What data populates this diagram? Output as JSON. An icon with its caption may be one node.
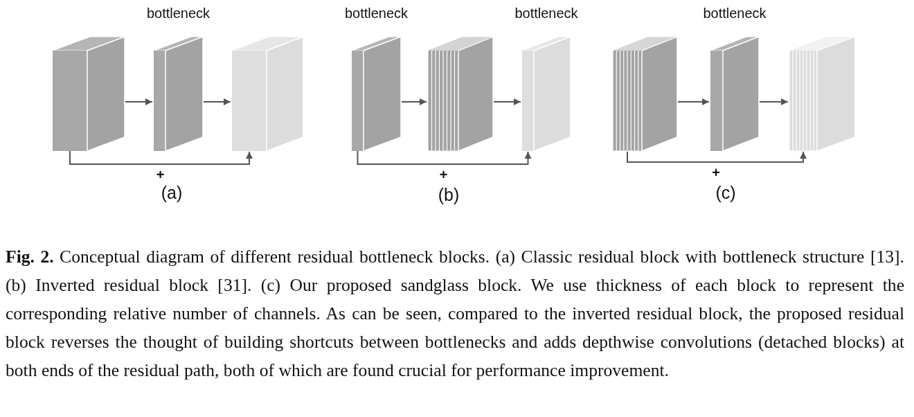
{
  "diagram": {
    "caption": "**Fig. 2.** Conceptual diagram of different residual bottleneck blocks. (a) Classic residual block with bottleneck structure [13]. (b) Inverted residual block [31]. (c) Our proposed sandglass block. We use thickness of each block to represent the corresponding relative number of channels. As can be seen, compared to the inverted residual block, the proposed residual block reverses the thought of building shortcuts between bottlenecks and adds depthwise convolutions (detached blocks) at both ends of the residual path, both of which are found crucial for performance improvement.",
    "nodes": [
      {
        "text": [],
        "shape": "box"
      },
      {
        "text": [
          "bottleneck"
        ]
      },
      {
        "text": [],
        "shape": "box"
      },
      {
        "text": [
          "bottleneck"
        ]
      },
      {
        "text": [],
        "shape": "box"
      },
      {
        "text": [
          "bottleneck"
        ]
      },
      {
        "text": [],
        "shape": "box"
      },
      {
        "text": [
          "bottleneck"
        ]
      },
      {
        "text": [],
        "shape": "box"
      }
    ],
    "edges": [
      {
        "from": 0,
        "to": 1,
        "arrow": "to"
      },
      {
        "from": 1,
        "to": 2,
        "arrow": "to"
      },
      {
        "from": 0,
        "to": 2,
        "arrow": "to",
        "label": "+"
      },
      {
        "from": 3,
        "to": 4,
        "arrow": "to"
      },
      {
        "from": 4,
        "to": 5,
        "arrow": "to"
      },
      {
        "from": 3,
        "to": 5,
        "arrow": "to",
        "label": "+"
      },
      {
        "from": 6,
        "to": 7,
        "arrow": "to"
      },
      {
        "from": 7,
        "to": 8,
        "arrow": "to"
      },
      {
        "from": 6,
        "to": 8,
        "arrow": "to",
        "label": "+"
      }
    ],
    "labels": [
      "(a)",
      "(b)",
      "(c)"
    ]
  }
}
